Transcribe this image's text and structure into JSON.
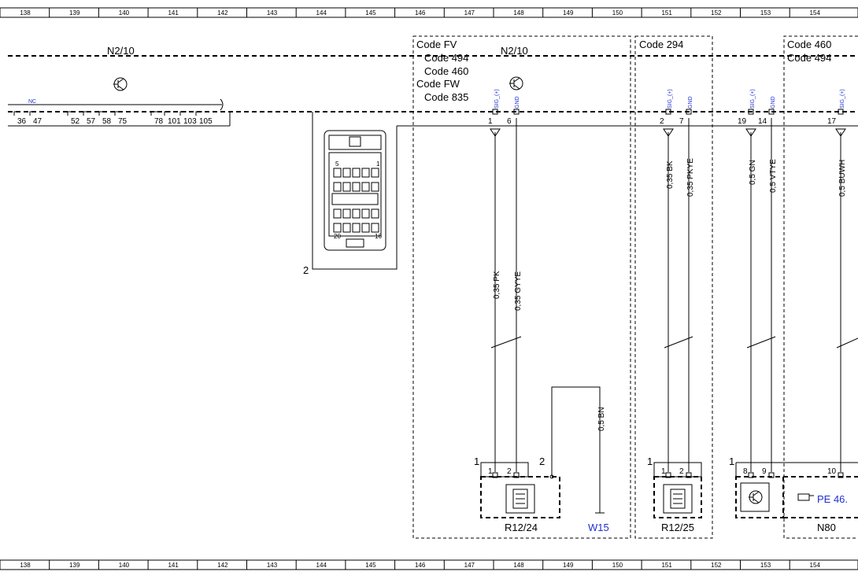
{
  "ruler": [
    "138",
    "139",
    "140",
    "141",
    "142",
    "143",
    "144",
    "145",
    "146",
    "147",
    "148",
    "149",
    "150",
    "151",
    "152",
    "153",
    "154"
  ],
  "header": {
    "left_module": "N2/10",
    "mid_module": "N2/10",
    "nc_label": "NC",
    "pins": [
      "36",
      "47",
      "52",
      "57",
      "58",
      "75",
      "78",
      "101",
      "103",
      "105"
    ]
  },
  "codes": {
    "box1": [
      "Code FV",
      "Code 494",
      "Code 460",
      "Code FW",
      "Code 835"
    ],
    "box2": [
      "Code 294"
    ],
    "box3": [
      "Code 460",
      "Code 494"
    ]
  },
  "signals": {
    "sig": "SIG_(+)",
    "gnd": "GND"
  },
  "pin_numbers": {
    "p1": "1",
    "p6": "6",
    "p2": "2",
    "p7": "7",
    "p19": "19",
    "p14": "14",
    "p17": "17"
  },
  "wires": {
    "w1": "0,35 PK",
    "w2": "0,35 GYYE",
    "w3": "0,35 BK",
    "w4": "0,35 PKYE",
    "w5": "0,5 GN",
    "w6": "0,5 VTYE",
    "w7": "0,5 BUWH",
    "w8": "0,5 BN"
  },
  "connector": {
    "label": "2",
    "top_left": "5",
    "top_right": "1",
    "bottom_left": "20",
    "bottom_right": "16"
  },
  "components": {
    "r1224": "R12/24",
    "r1225": "R12/25",
    "w15": "W15",
    "n80": "N80",
    "pe_ref": "PE 46."
  },
  "bottom_pins": {
    "a1": "1",
    "a2": "2",
    "a_side1": "1",
    "a_side2": "2",
    "b1": "1",
    "b2": "2",
    "b_side": "1",
    "c8": "8",
    "c9": "9",
    "c_side": "1",
    "c10": "10"
  }
}
